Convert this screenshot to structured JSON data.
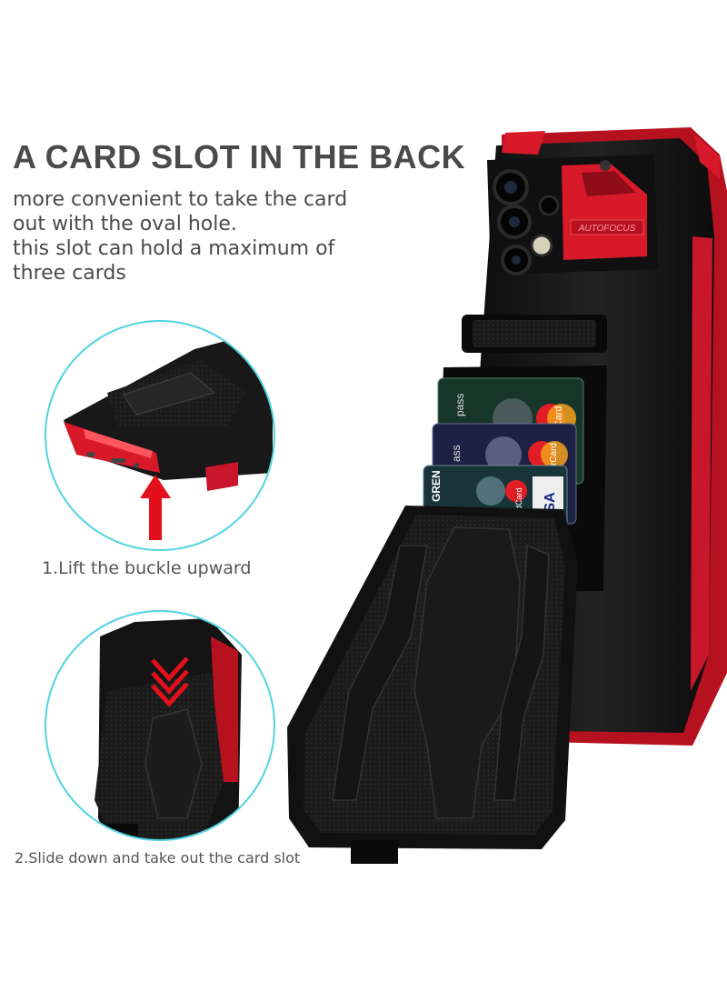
{
  "headline": "A CARD SLOT IN THE BACK",
  "description_lines": [
    "more convenient to take the card",
    "out with the oval hole.",
    "this slot can hold a maximum of",
    "three cards"
  ],
  "steps": [
    "1.Lift the buckle upward",
    "2.Slide down and take out the card slot"
  ],
  "camera_label": "AUTOFOCUS",
  "card_texts": {
    "card1_left": "pass",
    "card1_right": "rCard",
    "card2_left": "ass",
    "card2_right": "rCard",
    "card3_left": "GREN",
    "card3_mid": "rdCard",
    "card3_right": "ISA"
  },
  "colors": {
    "accent_red": "#d7192a",
    "case_black": "#141414",
    "circle_cyan": "#4fd4e0",
    "text_gray": "#4a4a4a"
  }
}
